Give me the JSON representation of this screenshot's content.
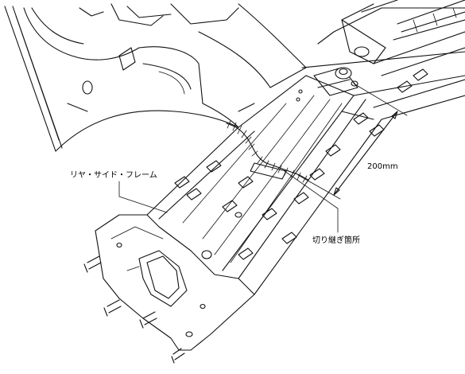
{
  "labels": {
    "part_name": "リヤ・サイド・フレーム",
    "dimension": "200mm",
    "cut_location": "切り継ぎ箇所"
  }
}
